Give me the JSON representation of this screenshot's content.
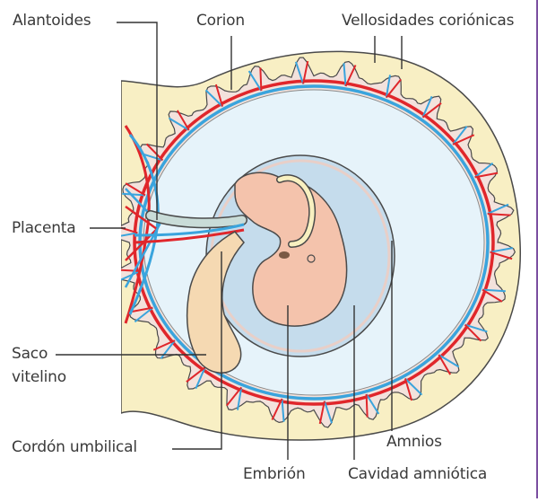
{
  "diagram": {
    "title": "Anexos embrionarios",
    "labels": {
      "alantoides": "Alantoides",
      "corion": "Corion",
      "vellosidades": "Vellosidades coriónicas",
      "placenta": "Placenta",
      "saco_1": "Saco",
      "saco_2": "vitelino",
      "cordon": "Cordón umbilical",
      "embrion": "Embrión",
      "cavidad": "Cavidad amniótica",
      "amnios": "Amnios"
    },
    "colors": {
      "decidua": "#f8efc4",
      "chorion_tissue": "#f3e2dc",
      "artery": "#e0262b",
      "vein": "#3aa4dd",
      "chorionic_cavity": "#e6f3fa",
      "amnion_fluid": "#c5dcec",
      "embryo": "#f4c3ac",
      "yolk_sac": "#f5d9b2",
      "outline": "#4a4a4a",
      "frame_edge": "#7b4fa0"
    }
  }
}
